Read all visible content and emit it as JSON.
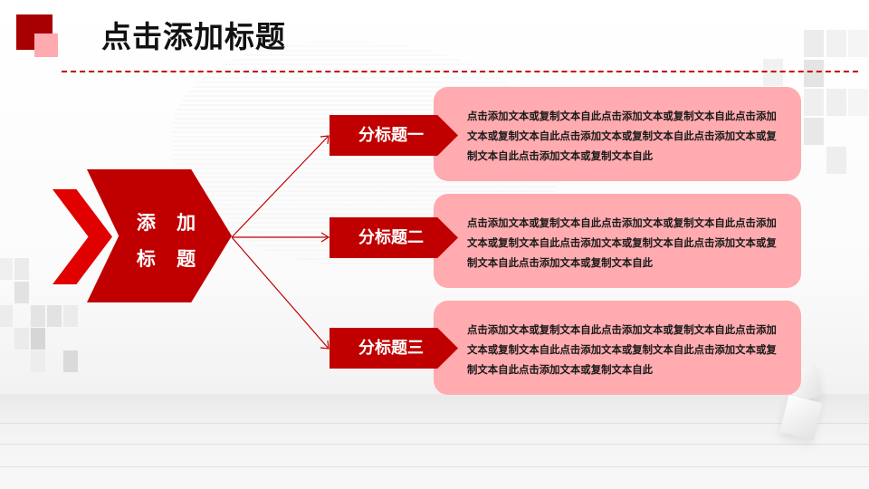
{
  "header": {
    "title": "点击添加标题"
  },
  "main": {
    "label_line1": "添 加",
    "label_line2": "标 题"
  },
  "branches": [
    {
      "title": "分标题一",
      "text": "点击添加文本或复制文本自此点击添加文本或复制文本自此点击添加文本或复制文本自此点击添加文本或复制文本自此点击添加文本或复制文本自此点击添加文本或复制文本自此"
    },
    {
      "title": "分标题二",
      "text": "点击添加文本或复制文本自此点击添加文本或复制文本自此点击添加文本或复制文本自此点击添加文本或复制文本自此点击添加文本或复制文本自此点击添加文本或复制文本自此"
    },
    {
      "title": "分标题三",
      "text": "点击添加文本或复制文本自此点击添加文本或复制文本自此点击添加文本或复制文本自此点击添加文本或复制文本自此点击添加文本或复制文本自此点击添加文本或复制文本自此"
    }
  ],
  "colors": {
    "primary_red": "#c00000",
    "bright_red": "#e00000",
    "logo_dark_red": "#a80000",
    "card_pink": "#ffabaf",
    "logo_pink": "#ffaaaf"
  }
}
